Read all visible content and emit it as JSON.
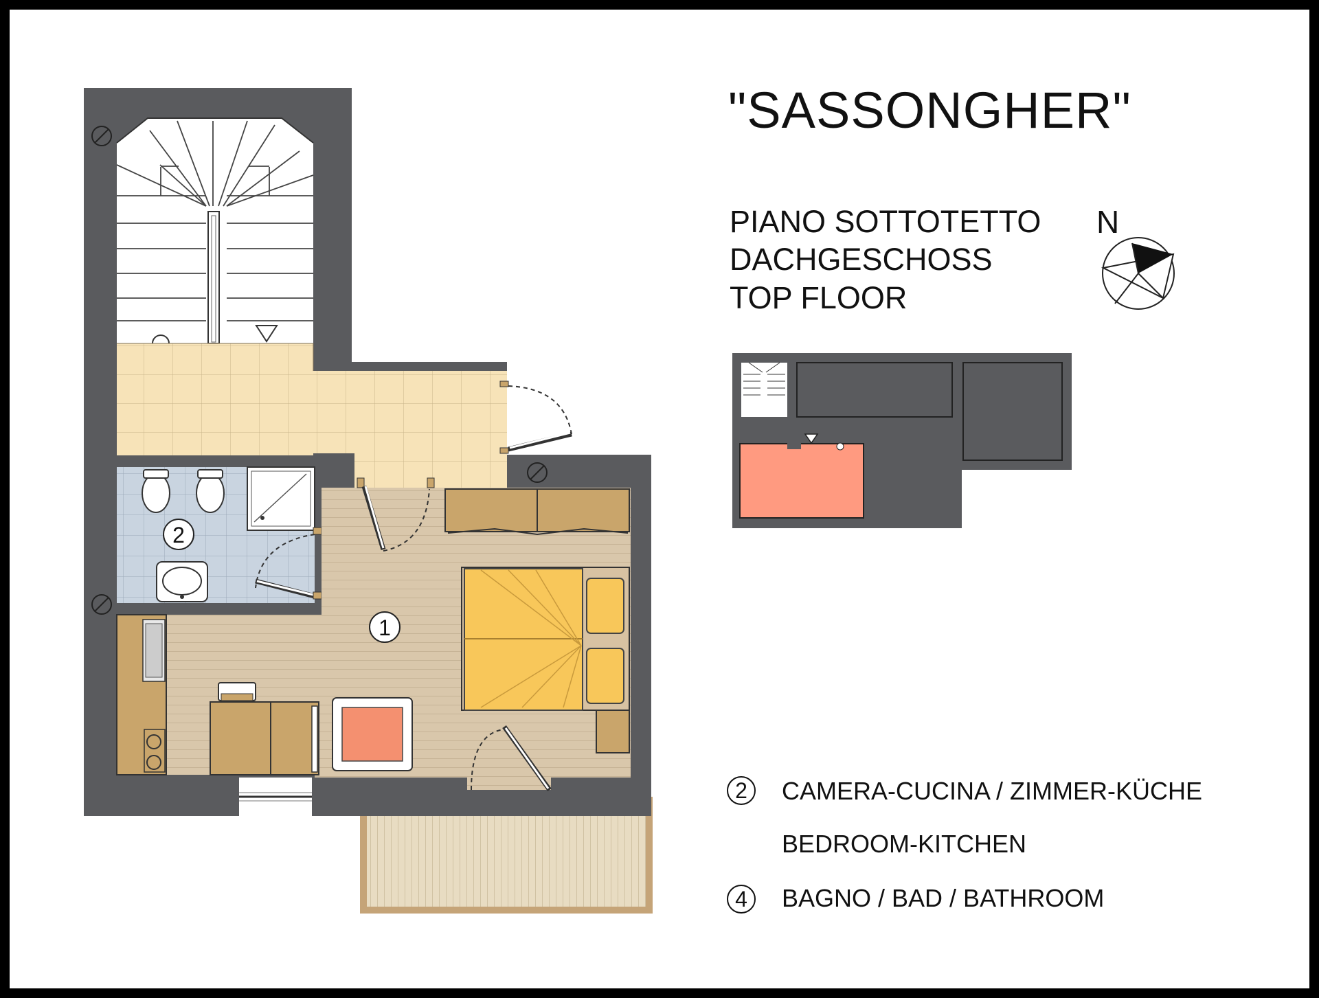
{
  "title": "\"SASSONGHER\"",
  "floor": {
    "line1": "PIANO SOTTOTETTO",
    "line2": "DACHGESCHOSS",
    "line3": "TOP FLOOR"
  },
  "north_label": "N",
  "rooms": {
    "main_number": "1",
    "bath_number": "2"
  },
  "legend": [
    {
      "number": "2",
      "line1": "CAMERA-CUCINA / ZIMMER-KÜCHE",
      "line2": "BEDROOM-KITCHEN"
    },
    {
      "number": "4",
      "line1": "BAGNO / BAD / BATHROOM"
    }
  ],
  "colors": {
    "wall": "#5a5b5e",
    "floor_tile": "#f7e3b8",
    "bath_tile": "#c9d4e0",
    "wood": "#d8c5a8",
    "bed": "#f8c75a",
    "chair": "#f49070",
    "highlight": "#ff9a80",
    "furniture": "#c9a56b"
  }
}
